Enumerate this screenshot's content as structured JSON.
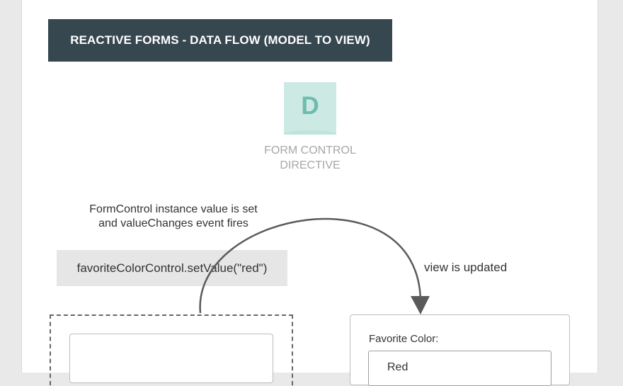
{
  "diagram": {
    "title": "REACTIVE FORMS - DATA FLOW (MODEL TO VIEW)",
    "directive": {
      "letter": "D",
      "label_line1": "FORM CONTROL",
      "label_line2": "DIRECTIVE",
      "colors": {
        "box": "#cce9e4",
        "letter": "#6cbcb0",
        "label": "#a7a7a7"
      }
    },
    "annotation": {
      "line1": "FormControl instance value is set",
      "line2": "and valueChanges event fires"
    },
    "code": "favoriteColorControl.setValue(\"red\")",
    "view_annotation": "view is updated",
    "view": {
      "field_label": "Favorite Color:",
      "field_value": "Red"
    },
    "colors": {
      "banner": "#37474f",
      "code_chip": "#e6e6e6",
      "arrow": "#5a5a5a"
    }
  }
}
